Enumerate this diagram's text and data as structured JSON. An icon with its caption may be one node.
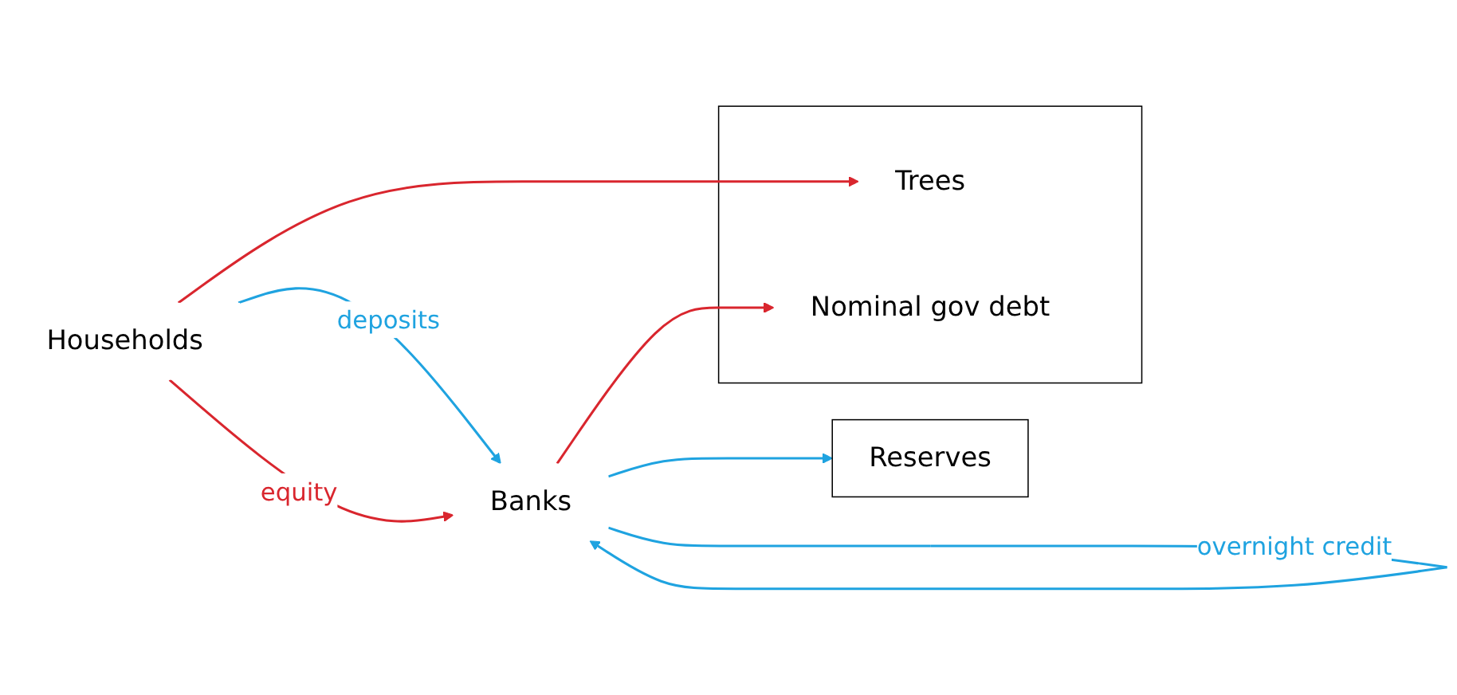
{
  "diagram": {
    "nodes": [
      {
        "text": [
          "Households"
        ]
      },
      {
        "text": [],
        "shape": "box"
      },
      {
        "text": [
          "Trees"
        ],
        "in": 1
      },
      {
        "text": [
          "Nominal gov debt"
        ],
        "in": 1
      },
      {
        "text": [
          "Banks"
        ]
      },
      {
        "text": [
          "Reserves"
        ]
      }
    ],
    "edges": [
      {
        "from": 0,
        "to": 2,
        "arrow": "to",
        "color": "#d9262e"
      },
      {
        "from": 0,
        "to": 4,
        "arrow": "to",
        "label": "deposits",
        "color": "#1fa3e0"
      },
      {
        "from": 0,
        "to": 4,
        "arrow": "to",
        "label": "equity",
        "color": "#d9262e"
      },
      {
        "from": 4,
        "to": 3,
        "arrow": "to",
        "color": "#d9262e"
      },
      {
        "from": 4,
        "to": 5,
        "arrow": "to",
        "color": "#1fa3e0"
      },
      {
        "from": 4,
        "to": 4,
        "arrow": "to",
        "label": "overnight credit",
        "color": "#1fa3e0"
      }
    ]
  }
}
